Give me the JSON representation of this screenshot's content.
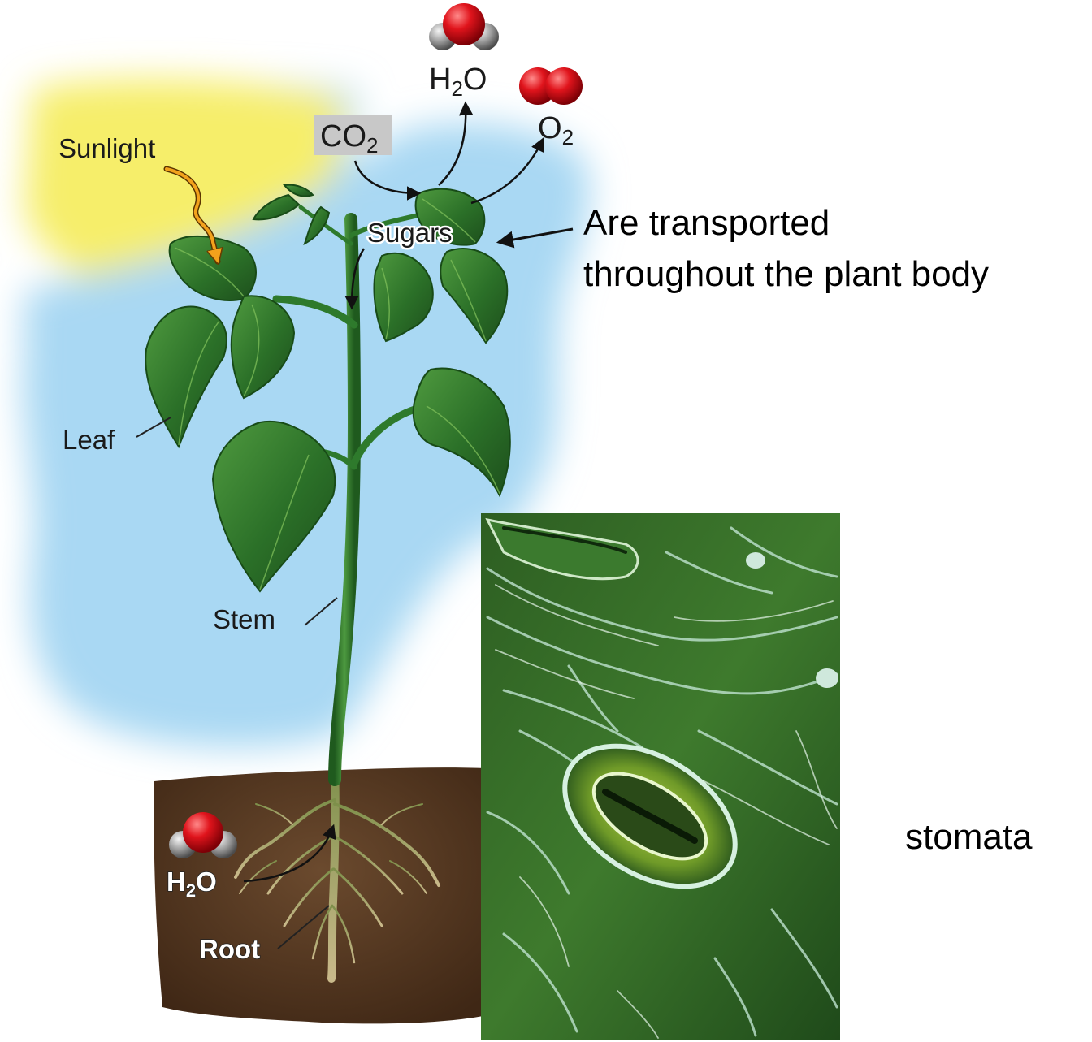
{
  "labels": {
    "sunlight": "Sunlight",
    "co2_base": "CO",
    "co2_sub": "2",
    "h2o_top_a": "H",
    "h2o_top_sub": "2",
    "h2o_top_b": "O",
    "o2_base": "O",
    "o2_sub": "2",
    "sugars": "Sugars",
    "leaf": "Leaf",
    "stem": "Stem",
    "root": "Root",
    "h2o_soil_a": "H",
    "h2o_soil_sub": "2",
    "h2o_soil_b": "O"
  },
  "annotations": {
    "transport_line1": "Are transported",
    "transport_line2": "throughout the plant body",
    "stomata": "stomata"
  },
  "colors": {
    "sky_yellow": "#f6ee6a",
    "sky_blue": "#a9d8f3",
    "soil": "#5b3a22",
    "leaf_green": "#2f7d32",
    "stem_green": "#2e7a2c",
    "oxygen_red": "#d8141e",
    "hydrogen_gray": "#9a9a9a",
    "micrograph_green": "#2f6a2a",
    "sunlight_arrow": "#f2a21c",
    "co2_box": "#c8c8c8"
  }
}
